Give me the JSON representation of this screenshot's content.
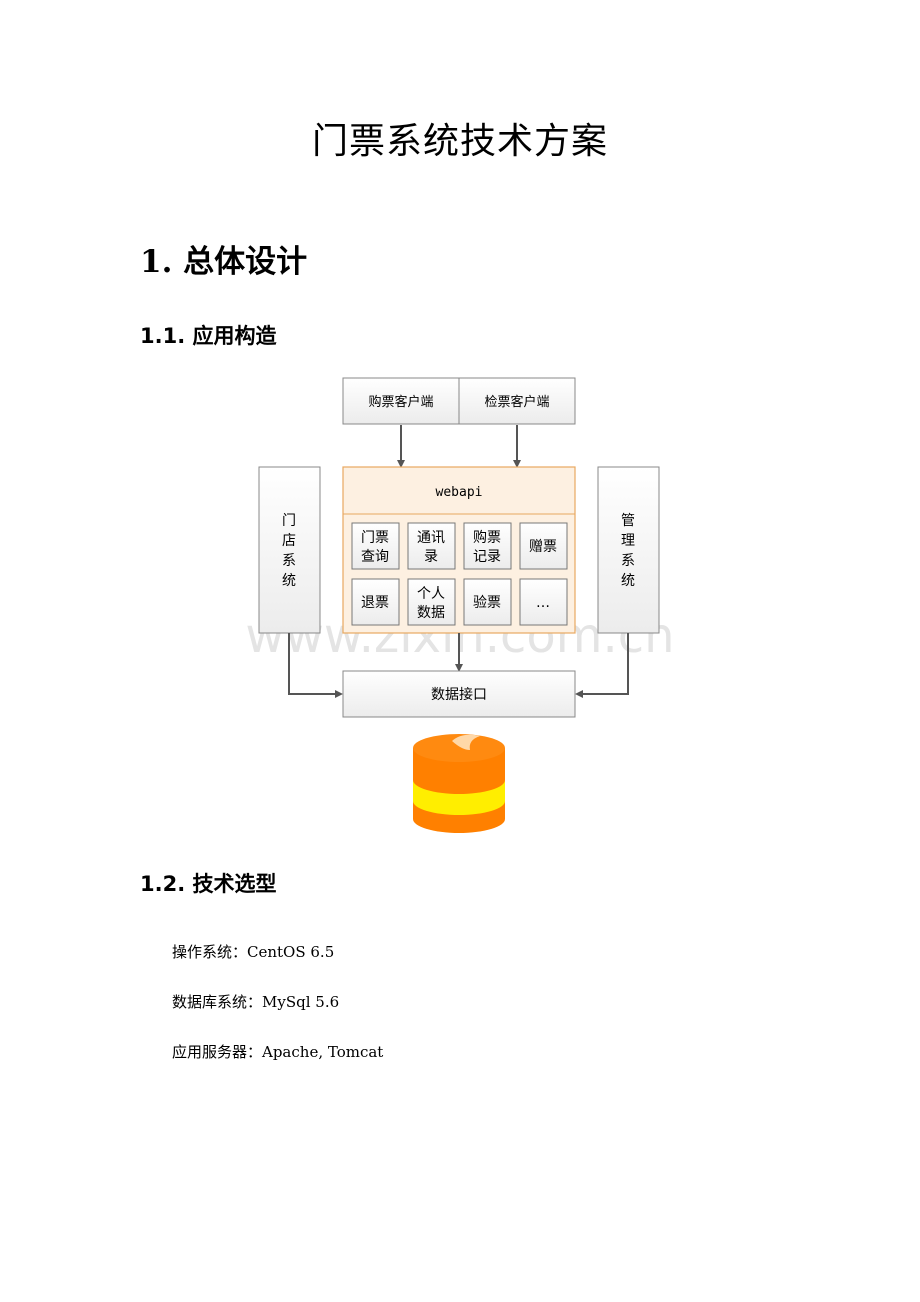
{
  "doc": {
    "title": "门票系统技术方案",
    "section1": "1. 总体设计",
    "section1_1": "1.1. 应用构造",
    "section1_2": "1.2. 技术选型",
    "os_line": "操作系统：CentOS 6.5",
    "db_line": "数据库系统：MySql 5.6",
    "app_line": "应用服务器：Apache, Tomcat"
  },
  "diagram": {
    "client_buy": "购票客户端",
    "client_check": "检票客户端",
    "webapi": "webapi",
    "store_system": [
      "门",
      "店",
      "系",
      "统"
    ],
    "admin_system": [
      "管",
      "理",
      "系",
      "统"
    ],
    "modules": [
      [
        "门票",
        "查询"
      ],
      [
        "通讯",
        "录"
      ],
      [
        "购票",
        "记录"
      ],
      [
        "赠票"
      ],
      [
        "退票"
      ],
      [
        "个人",
        "数据"
      ],
      [
        "验票"
      ],
      [
        "…"
      ]
    ],
    "data_interface": "数据接口",
    "watermark": "www.zixin.com.cn",
    "colors": {
      "webapi_bg": "#fdf0e1",
      "webapi_border": "#e8a860",
      "db_orange": "#ff8000",
      "db_yellow": "#ffee00"
    }
  }
}
